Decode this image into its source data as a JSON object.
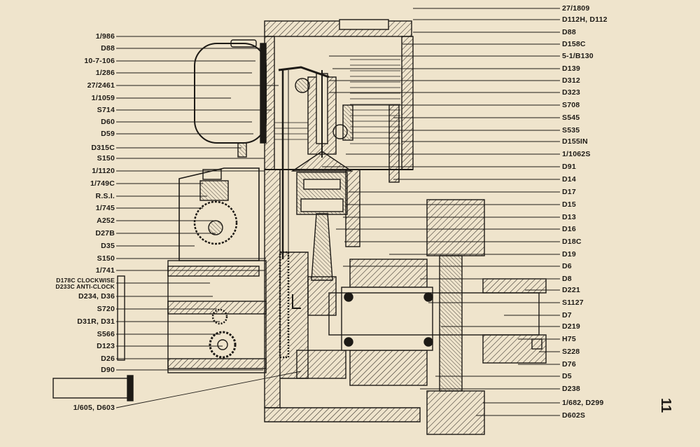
{
  "page_number": "11",
  "labels_left": [
    "1/986",
    "D88",
    "10-7-106",
    "1/286",
    "27/2461",
    "1/1059",
    "S714",
    "D60",
    "D59",
    "D315C",
    "S150",
    "1/1120",
    "1/749C",
    "R.S.I.",
    "1/745",
    "A252",
    "D27B",
    "D35",
    "S150",
    "1/741",
    "D178C CLOCKWISE",
    "D233C ANTI-CLOCK",
    "D234, D36",
    "S720",
    "D31R, D31",
    "S566",
    "D123",
    "D26",
    "D90",
    "1/605, D603"
  ],
  "labels_right": [
    "27/1809",
    "D112H, D112",
    "D88",
    "D158C",
    "5-1/B130",
    "D139",
    "D312",
    "D323",
    "S708",
    "S545",
    "S535",
    "D155IN",
    "1/1062S",
    "D91",
    "D14",
    "D17",
    "D15",
    "D13",
    "D16",
    "D18C",
    "D19",
    "D6",
    "D8",
    "D221",
    "S1127",
    "D7",
    "D219",
    "H75",
    "S228",
    "D76",
    "D5",
    "D238",
    "1/682, D299",
    "D602S"
  ]
}
